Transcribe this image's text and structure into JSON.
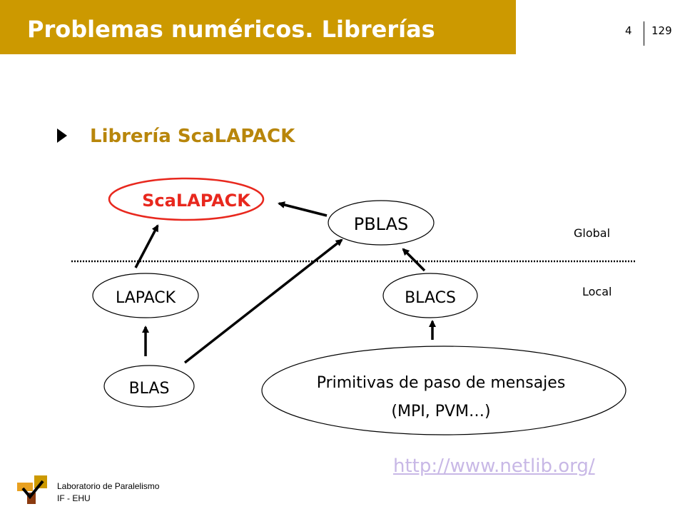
{
  "header": {
    "title": "Problemas numéricos. Librerías",
    "chapter": "4",
    "page": "129",
    "color": "#cc9900"
  },
  "section": {
    "title": "Librería ScaLAPACK",
    "color": "#b8860b"
  },
  "diagram": {
    "nodes": {
      "scalapack": "ScaLAPACK",
      "pblas": "PBLAS",
      "lapack": "LAPACK",
      "blacs": "BLACS",
      "blas": "BLAS",
      "primitives_line1": "Primitivas de paso de mensajes",
      "primitives_line2": "(MPI, PVM…)"
    },
    "levels": {
      "global": "Global",
      "local": "Local"
    },
    "highlight_color": "#e8281e"
  },
  "link": {
    "text": "http://www.netlib.org/"
  },
  "footer": {
    "line1": "Laboratorio de Paralelismo",
    "line2": "IF - EHU"
  }
}
